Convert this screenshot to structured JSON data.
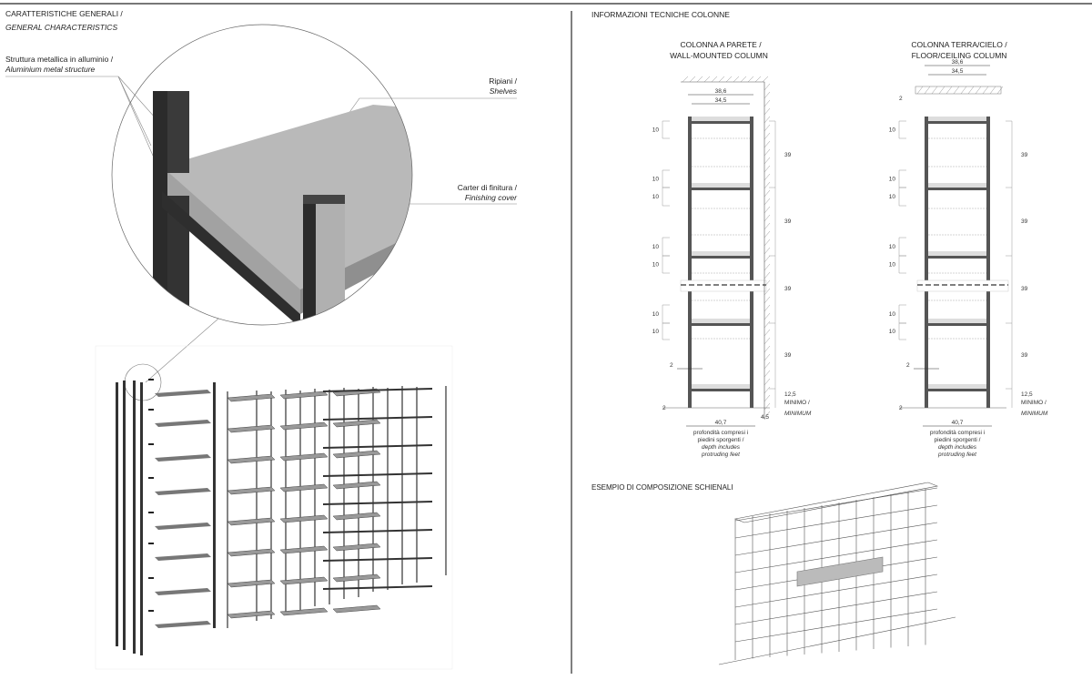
{
  "left": {
    "title_it": "CARATTERISTICHE GENERALI /",
    "title_en": "GENERAL CHARACTERISTICS",
    "callouts": {
      "structure_it": "Struttura metallica in alluminio /",
      "structure_en": "Aluminium metal structure",
      "shelves_it": "Ripiani /",
      "shelves_en": "Shelves",
      "cover_it": "Carter di finitura /",
      "cover_en": "Finishing cover"
    }
  },
  "right": {
    "title": "INFORMAZIONI TECNICHE COLONNE",
    "columns": [
      {
        "title_it": "COLONNA A PARETE /",
        "title_en": "WALL-MOUNTED COLUMN",
        "wall_gap": "4,5"
      },
      {
        "title_it": "COLONNA TERRA/CIELO /",
        "title_en": "FLOOR/CEILING COLUMN",
        "top_gap": "2"
      }
    ],
    "dims": {
      "outer_width": "38,6",
      "inner_width": "34,5",
      "spacing": "10",
      "pitch": "39",
      "post": "2",
      "bottom": "12,5",
      "minimo": "MINIMO /",
      "minimum": "MINIMUM",
      "foot": "2",
      "depth": "40,7",
      "depth_note": [
        "profondità compresi i",
        "piedini sporgenti /",
        "depth includes",
        "protruding feet"
      ]
    },
    "composition_title": "ESEMPIO DI COMPOSIZIONE SCHIENALI"
  }
}
